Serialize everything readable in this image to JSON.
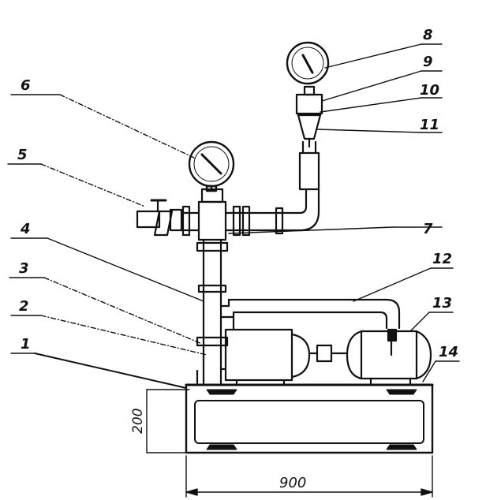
{
  "callouts": [
    {
      "id": "1",
      "text": "1"
    },
    {
      "id": "2",
      "text": "2"
    },
    {
      "id": "3",
      "text": "3"
    },
    {
      "id": "4",
      "text": "4"
    },
    {
      "id": "5",
      "text": "5"
    },
    {
      "id": "6",
      "text": "6"
    },
    {
      "id": "7",
      "text": "7"
    },
    {
      "id": "8",
      "text": "8"
    },
    {
      "id": "9",
      "text": "9"
    },
    {
      "id": "10",
      "text": "10"
    },
    {
      "id": "11",
      "text": "11"
    },
    {
      "id": "12",
      "text": "12"
    },
    {
      "id": "13",
      "text": "13"
    },
    {
      "id": "14",
      "text": "14"
    }
  ],
  "dimensions": {
    "height": "200",
    "width": "900"
  }
}
